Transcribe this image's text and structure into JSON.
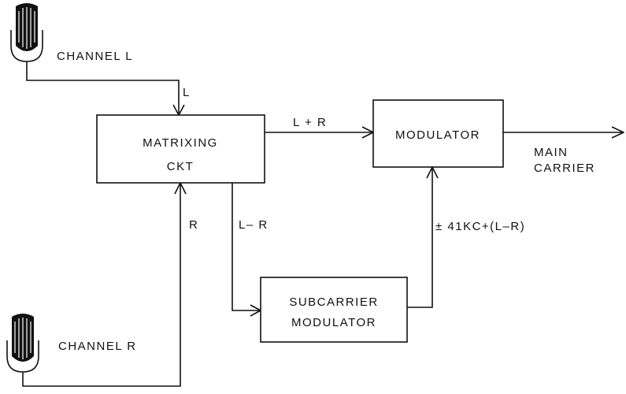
{
  "microphones": {
    "left": {
      "label": "CHANNEL L",
      "icon": "microphone-icon"
    },
    "right": {
      "label": "CHANNEL R",
      "icon": "microphone-icon"
    }
  },
  "blocks": {
    "matrixing": {
      "line1": "MATRIXING",
      "line2": "CKT"
    },
    "modulator": {
      "label": "MODULATOR"
    },
    "subcarrier": {
      "line1": "SUBCARRIER",
      "line2": "MODULATOR"
    }
  },
  "signals": {
    "l": "L",
    "r": "R",
    "l_plus_r": "L + R",
    "l_minus_r": "L– R",
    "subcarrier_out": "± 41KC+(L–R)",
    "output_line1": "MAIN",
    "output_line2": "CARRIER"
  },
  "colors": {
    "ink": "#111111",
    "paper": "#ffffff"
  }
}
